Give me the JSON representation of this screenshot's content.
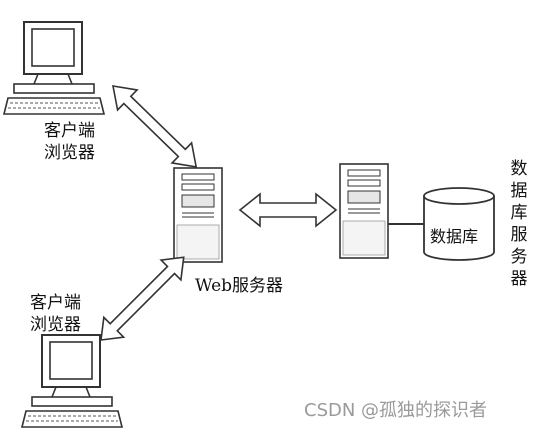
{
  "labels": {
    "client_top_line1": "客户端",
    "client_top_line2": "浏览器",
    "client_bottom_line1": "客户端",
    "client_bottom_line2": "浏览器",
    "web_server": "Web服务器",
    "db_cylinder": "数据库",
    "db_server_chars": [
      "数",
      "据",
      "库",
      "服",
      "务",
      "器"
    ]
  },
  "watermark": "CSDN @孤独的探识者",
  "colors": {
    "stroke": "#333333",
    "fill": "#ffffff",
    "shade": "#e6e6e6",
    "watermark": "#9a9a9a"
  }
}
